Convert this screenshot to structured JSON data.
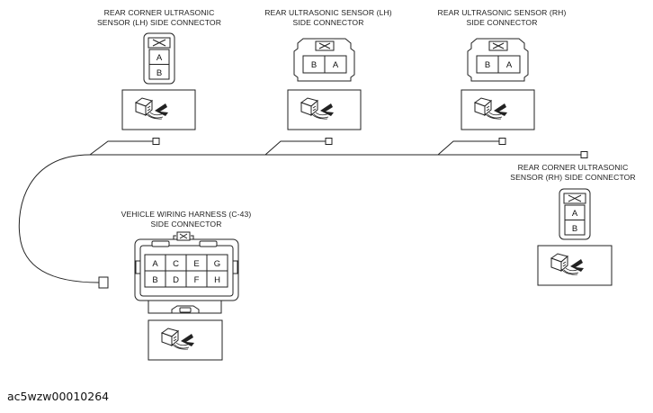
{
  "connectors": {
    "rear_corner_lh": {
      "label_line1": "REAR CORNER ULTRASONIC",
      "label_line2": "SENSOR (LH) SIDE CONNECTOR",
      "pin_top": "A",
      "pin_bottom": "B"
    },
    "rear_lh": {
      "label_line1": "REAR ULTRASONIC SENSOR (LH)",
      "label_line2": "SIDE CONNECTOR",
      "pin_left": "B",
      "pin_right": "A"
    },
    "rear_rh": {
      "label_line1": "REAR ULTRASONIC SENSOR (RH)",
      "label_line2": "SIDE CONNECTOR",
      "pin_left": "B",
      "pin_right": "A"
    },
    "rear_corner_rh": {
      "label_line1": "REAR CORNER ULTRASONIC",
      "label_line2": "SENSOR (RH) SIDE CONNECTOR",
      "pin_top": "A",
      "pin_bottom": "B"
    },
    "vehicle_harness": {
      "label_line1": "VEHICLE WIRING HARNESS (C-43)",
      "label_line2": "SIDE CONNECTOR",
      "pins_top": [
        "A",
        "C",
        "E",
        "G"
      ],
      "pins_bottom": [
        "B",
        "D",
        "F",
        "H"
      ]
    }
  },
  "caption": "ac5wzw00010264"
}
